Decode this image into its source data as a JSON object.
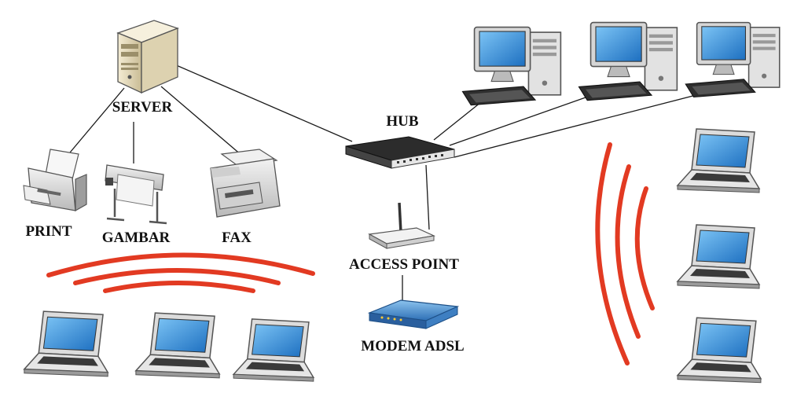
{
  "labels": {
    "server": "SERVER",
    "hub": "HUB",
    "print": "PRINT",
    "gambar": "GAMBAR",
    "fax": "FAX",
    "access_point": "ACCESS POINT",
    "modem": "MODEM ADSL"
  },
  "colors": {
    "wave": "#e23a22",
    "wire": "#1a1a1a",
    "screen": "#2f86d6",
    "device_body": "#d9d9d9",
    "server_body": "#e9dfc2",
    "modem_body": "#3b7fc4"
  },
  "icons": {
    "server": "server-tower-icon",
    "hub": "network-hub-icon",
    "printer": "printer-icon",
    "plotter": "plotter-icon",
    "fax": "fax-machine-icon",
    "access_point": "wireless-router-icon",
    "modem": "adsl-modem-icon",
    "desktop": "desktop-computer-icon",
    "laptop": "laptop-icon",
    "wireless": "wireless-signal-icon"
  }
}
